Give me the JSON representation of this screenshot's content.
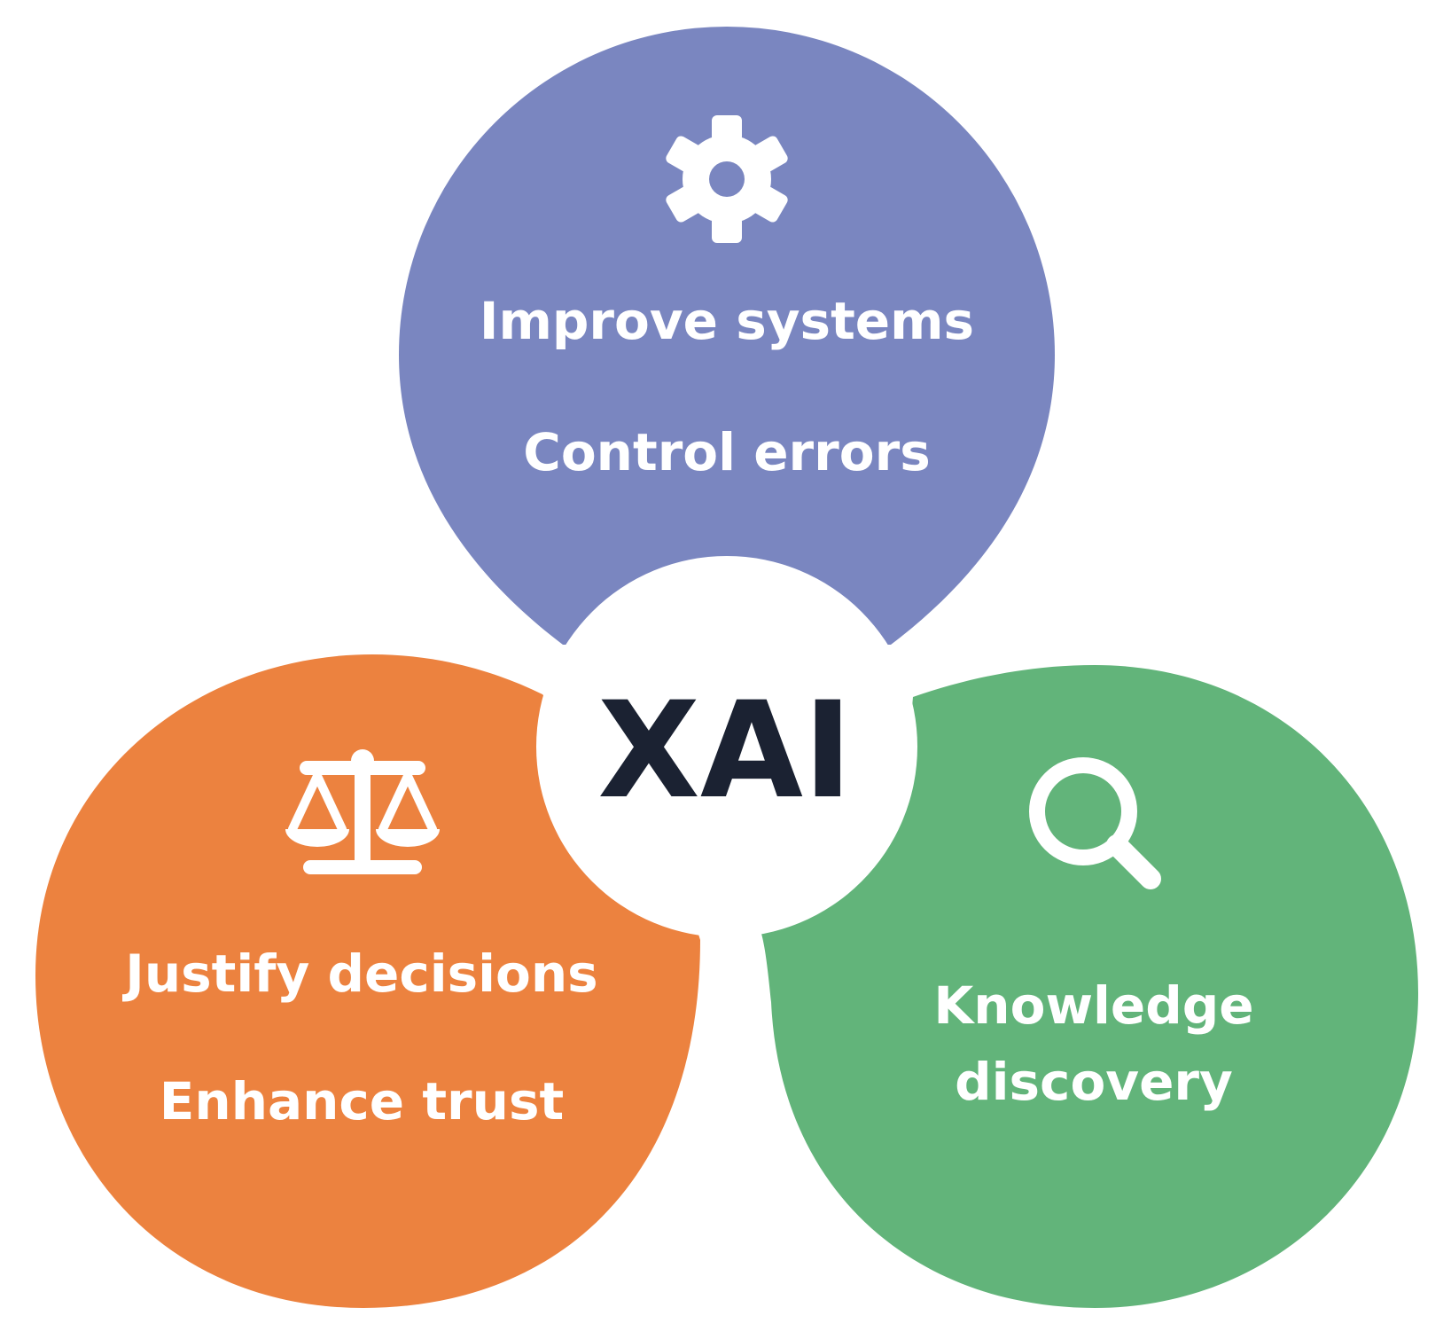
{
  "center": {
    "label": "XAI",
    "color": "#1b2232"
  },
  "petals": {
    "top": {
      "color": "#7a86c0",
      "icon": "gear-icon",
      "lines": [
        "Improve systems",
        "Control errors"
      ]
    },
    "left": {
      "color": "#ec823f",
      "icon": "balance-scale-icon",
      "lines": [
        "Justify decisions",
        "Enhance trust"
      ]
    },
    "right": {
      "color": "#62b47a",
      "icon": "magnifying-glass-icon",
      "lines": [
        "Knowledge",
        "discovery"
      ]
    }
  }
}
